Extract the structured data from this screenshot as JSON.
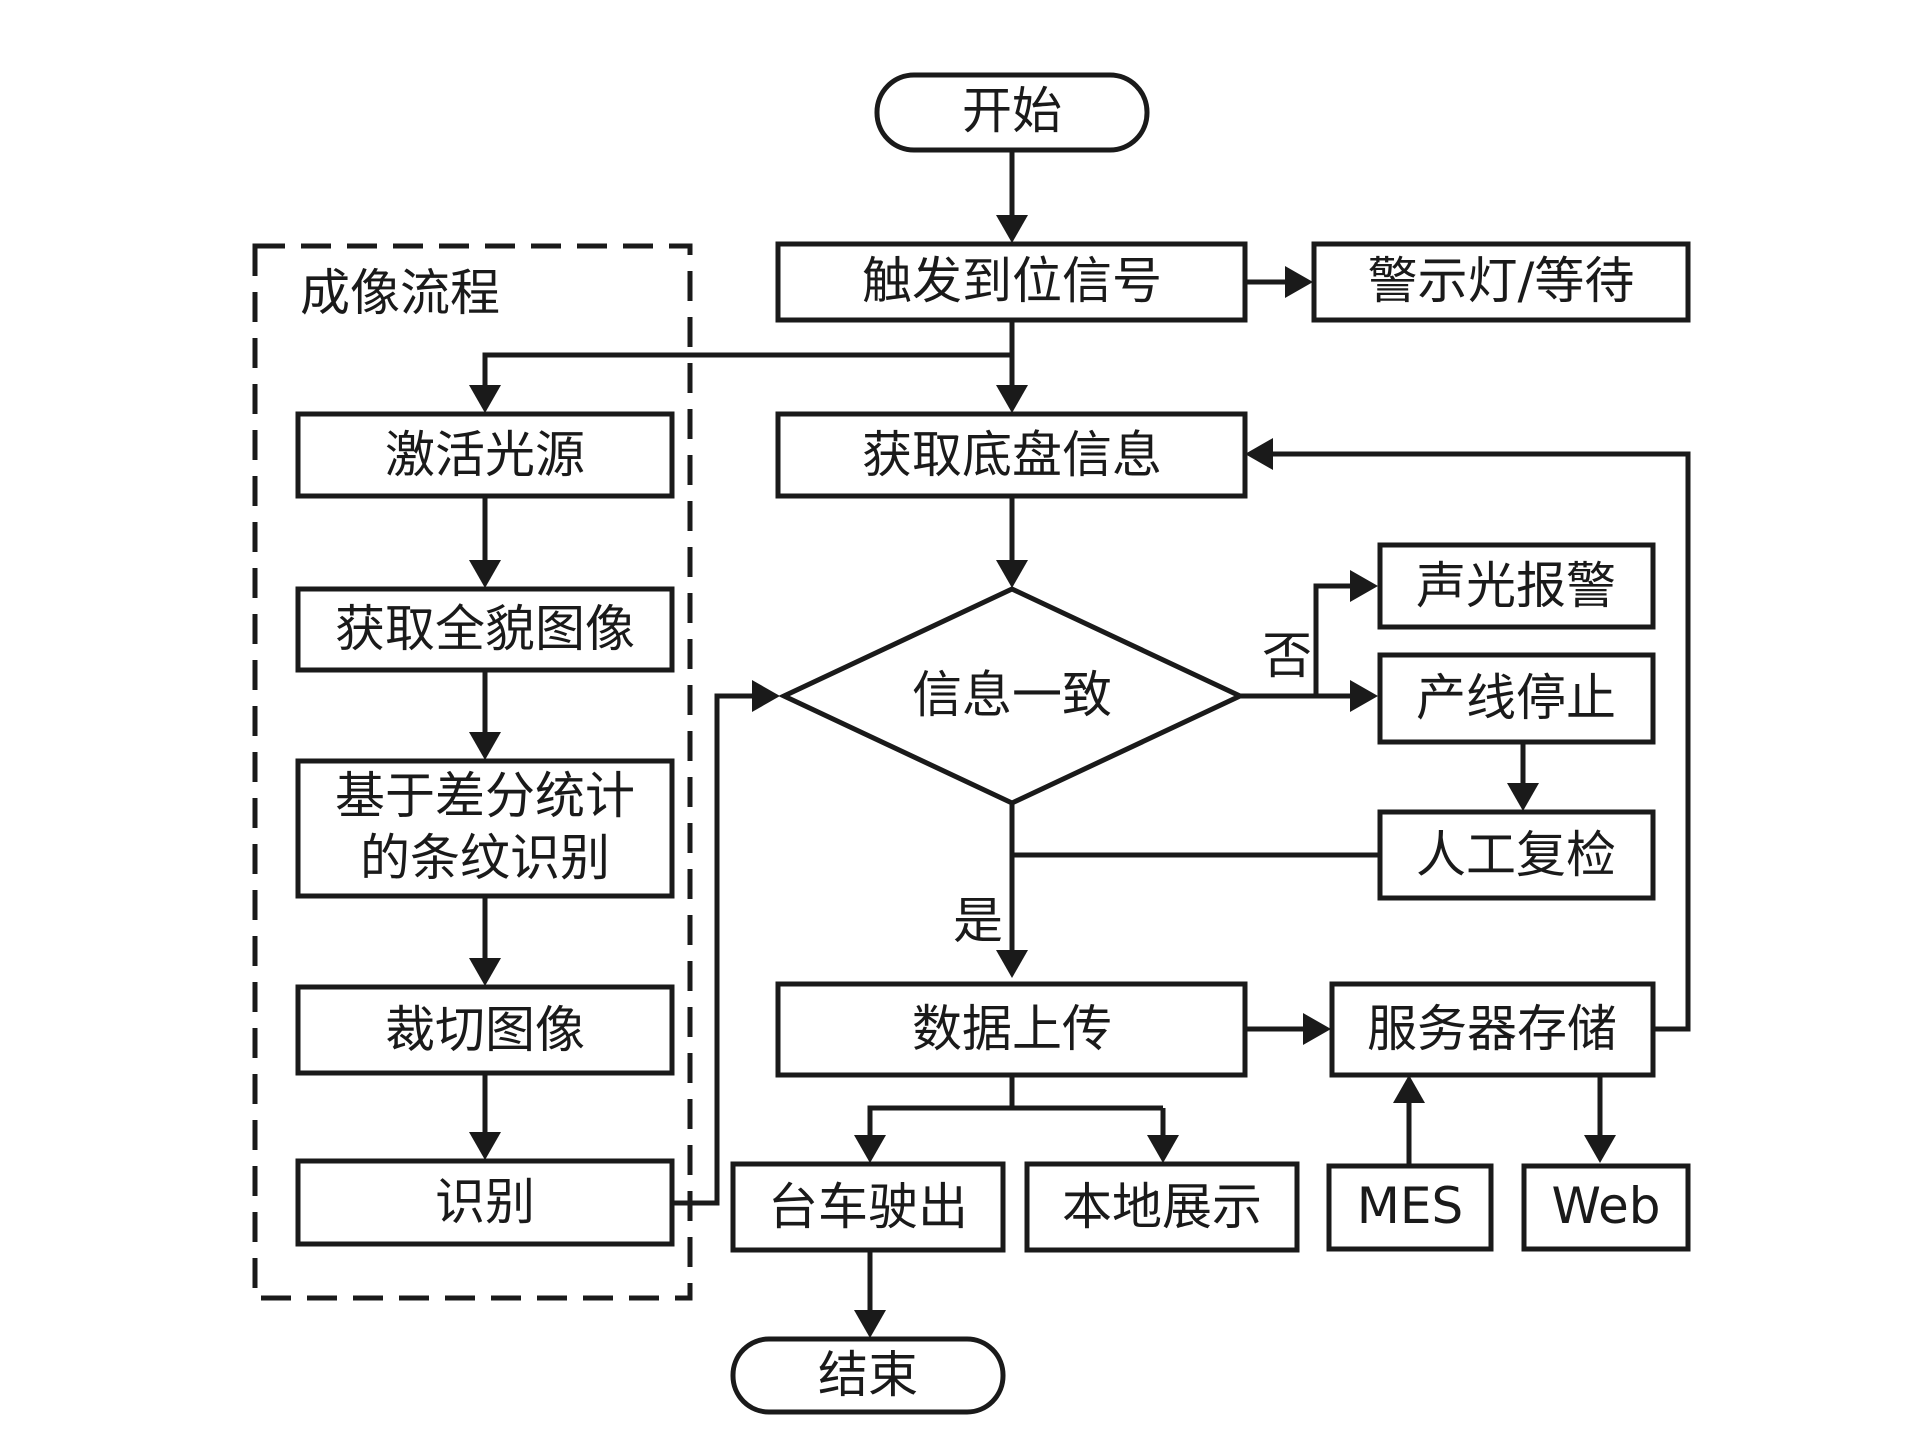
{
  "diagram": {
    "group_label": "成像流程",
    "nodes": {
      "start": "开始",
      "trigger_signal": "触发到位信号",
      "warning_light_wait": "警示灯/等待",
      "get_chassis_info": "获取底盘信息",
      "info_match": "信息一致",
      "sound_light_alarm": "声光报警",
      "line_stop": "产线停止",
      "manual_recheck": "人工复检",
      "data_upload": "数据上传",
      "server_storage": "服务器存储",
      "cart_exit": "台车驶出",
      "local_display": "本地展示",
      "mes": "MES",
      "web": "Web",
      "end": "结束",
      "activate_light": "激活光源",
      "get_full_image": "获取全貌图像",
      "stripe_recognition_line1": "基于差分统计",
      "stripe_recognition_line2": "的条纹识别",
      "crop_image": "裁切图像",
      "recognize": "识别"
    },
    "edge_labels": {
      "no": "否",
      "yes": "是"
    }
  }
}
